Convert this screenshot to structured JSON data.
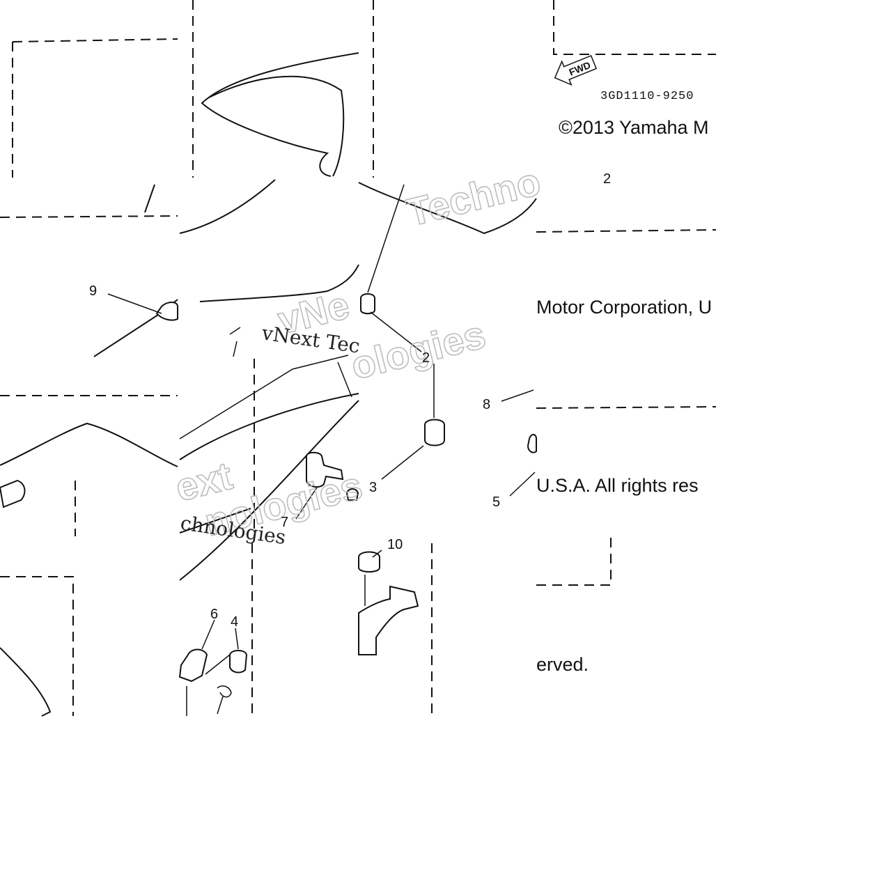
{
  "diagram": {
    "part_number": "3GD1110-9250",
    "fwd_label": "FWD",
    "copyright": {
      "line1": "©2013 Yamaha M",
      "line2": "Motor Corporation, U",
      "line3": "U.S.A. All rights res",
      "line4": "erved."
    },
    "watermarks": {
      "w1": "Techno",
      "w2": "vNe",
      "w3": "vNext Tec",
      "w4": "ologies",
      "w5": "ext",
      "w6": "nologies",
      "w7": "chnologies"
    },
    "callouts": {
      "c2_top": "2",
      "c2": "2",
      "c3": "3",
      "c4": "4",
      "c5": "5",
      "c6": "6",
      "c7": "7",
      "c8": "8",
      "c9": "9",
      "c10": "10"
    }
  }
}
